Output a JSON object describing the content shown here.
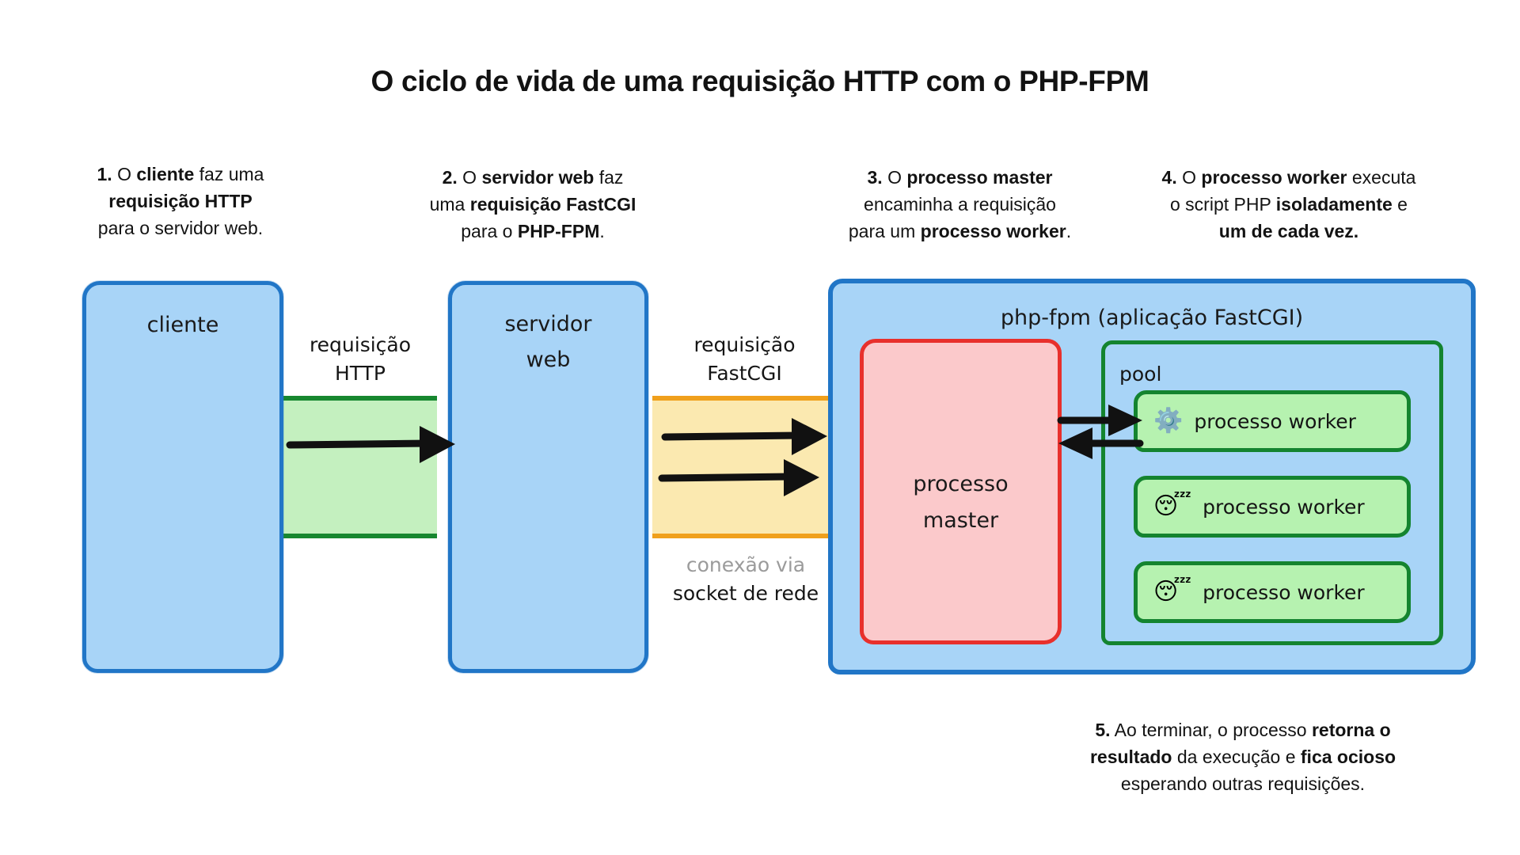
{
  "title": "O ciclo de vida de uma requisição HTTP com o PHP-FPM",
  "captions": [
    {
      "number": "1.",
      "line1_pre": " O ",
      "line1_bold": "cliente",
      "line1_post": " faz uma",
      "line2_bold": "requisição HTTP",
      "line3": "para o servidor web.",
      "full": "1. O cliente faz uma requisição HTTP para o servidor web."
    },
    {
      "number": "2.",
      "full": "2. O servidor web faz uma requisição FastCGI para o PHP-FPM."
    },
    {
      "number": "3.",
      "full": "3. O processo master encaminha a requisição para um processo worker."
    },
    {
      "number": "4.",
      "full": "4. O processo worker executa o script PHP isoladamente e um de cada vez."
    },
    {
      "number": "5.",
      "full": "5. Ao terminar, o processo retorna o resultado da execução e fica ocioso esperando outras requisições."
    }
  ],
  "nodes": {
    "client": "cliente",
    "webserver_line1": "servidor",
    "webserver_line2": "web",
    "phpfpm": "php-fpm (aplicação FastCGI)",
    "master_line1": "processo",
    "master_line2": "master",
    "pool": "pool"
  },
  "workers": [
    {
      "icon": "gear-icon",
      "glyph": "⚙️",
      "label": "processo worker",
      "state": "busy"
    },
    {
      "icon": "sleeping-face-icon",
      "glyph": "😴",
      "label": "processo worker",
      "state": "idle"
    },
    {
      "icon": "sleeping-face-icon",
      "glyph": "😴",
      "label": "processo worker",
      "state": "idle"
    }
  ],
  "flows": [
    {
      "line1": "requisição",
      "line2": "HTTP"
    },
    {
      "line1": "requisição",
      "line2": "FastCGI"
    }
  ],
  "connection_note": {
    "muted_line": "conexão via",
    "strong_line": "socket de rede"
  },
  "colors": {
    "blue_fill": "#a8d4f7",
    "blue_stroke": "#2176c7",
    "red_fill": "#fbc9cb",
    "red_stroke": "#e8302c",
    "green_fill": "#b6f2b0",
    "green_stroke": "#14842f",
    "band_green_fill": "#c4f0bf",
    "band_yellow_fill": "#fbe9b0",
    "band_yellow_stroke": "#f0a01c",
    "text": "#131313",
    "muted_text": "#9b9b9b"
  }
}
